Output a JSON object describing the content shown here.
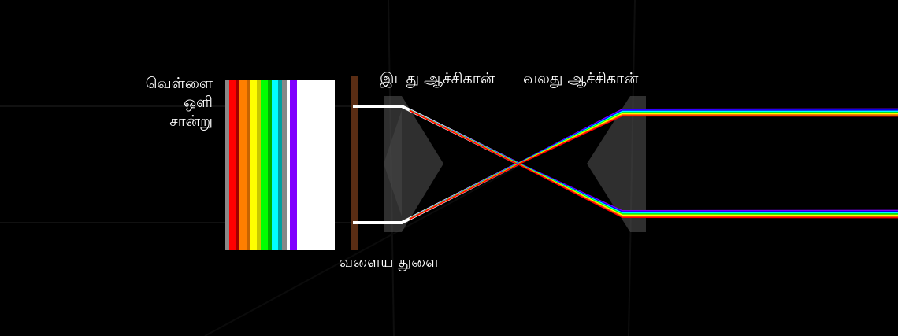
{
  "labels": {
    "source_line1": "வெள்ளை",
    "source_line2": "ஒளி",
    "source_line3": "சான்று",
    "left_prism": "இடது ஆச்சிகான்",
    "right_prism": "வலது ஆச்சிகான்",
    "slit": "வளைய துளை"
  },
  "colors": {
    "background": "#000000",
    "source_stripes": [
      "#888888",
      "#ff0000",
      "#a00000",
      "#ff7f00",
      "#c86400",
      "#ffff00",
      "#c8c800",
      "#00ff00",
      "#00b000",
      "#00ffff",
      "#00a0a0",
      "#888888",
      "#ffffff",
      "#8000ff",
      "#ffffff"
    ],
    "slit": "#5a2d14",
    "beam": "#ffffff",
    "prism": "#555555",
    "spectrum": [
      "#8000ff",
      "#0000ff",
      "#00ffff",
      "#00ff00",
      "#ffff00",
      "#ff8000",
      "#ff0000"
    ]
  }
}
